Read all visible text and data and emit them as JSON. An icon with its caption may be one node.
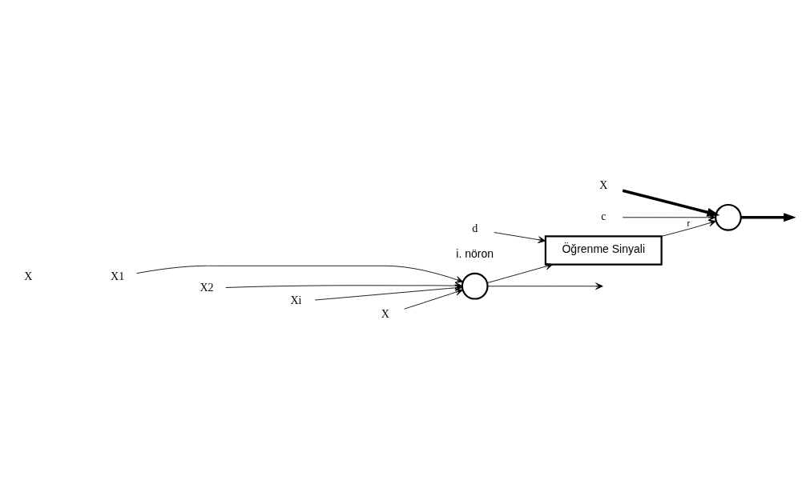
{
  "diagram": {
    "nodes": [
      {
        "text": [
          "X1"
        ]
      },
      {
        "text": [],
        "shape": "circle",
        "beside": [
          "i. nöron"
        ]
      },
      {
        "text": [
          "X2"
        ]
      },
      {
        "text": [
          "Xi"
        ]
      },
      {
        "text": [
          "d"
        ]
      },
      {
        "text": [
          "Öğrenme Sinyali"
        ]
      },
      {
        "text": [
          "X"
        ]
      },
      {
        "text": [],
        "shape": "circle"
      },
      {
        "text": [
          "X"
        ]
      },
      {
        "text": [
          "c"
        ]
      }
    ],
    "edges": [
      {
        "from": 0,
        "to": 1,
        "arrow": "to"
      },
      {
        "from": 2,
        "to": 1,
        "arrow": "to"
      },
      {
        "from": 3,
        "to": 1,
        "arrow": "to"
      },
      {
        "from": 8,
        "to": 1,
        "arrow": "to"
      },
      {
        "from": 1,
        "to": null,
        "arrow": "to"
      },
      {
        "from": 1,
        "to": 5,
        "arrow": "to"
      },
      {
        "from": 4,
        "to": 5,
        "arrow": "to"
      },
      {
        "from": 5,
        "to": 7,
        "arrow": "to",
        "label": "r"
      },
      {
        "from": 6,
        "to": 7,
        "arrow": "to",
        "style": "thick"
      },
      {
        "from": 7,
        "to": null,
        "arrow": "to",
        "style": "thick"
      },
      {
        "from": 9,
        "to": 7,
        "arrow": "to"
      }
    ],
    "labels": [
      "X"
    ]
  }
}
